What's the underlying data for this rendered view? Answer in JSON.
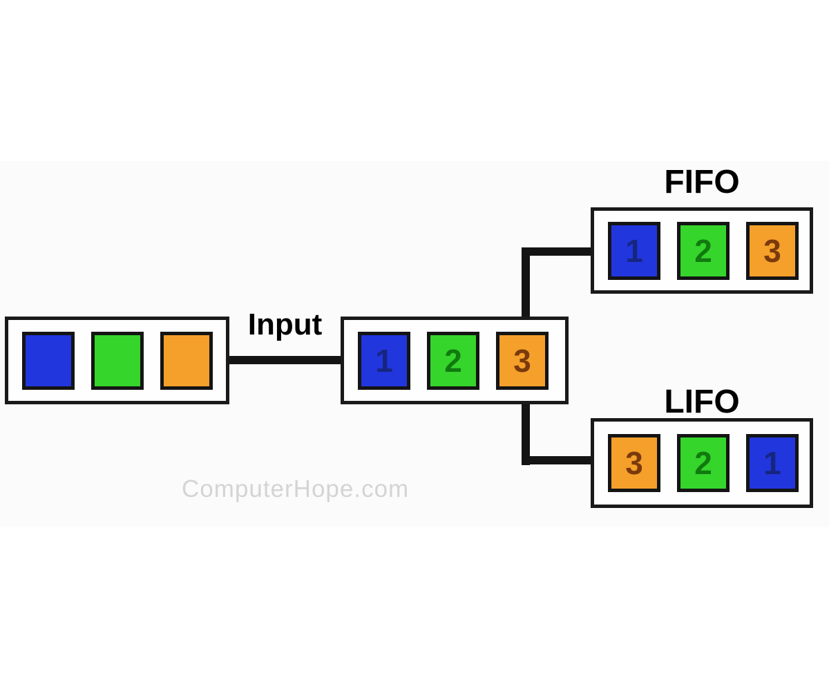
{
  "diagram": {
    "labels": {
      "input": "Input",
      "fifo": "FIFO",
      "lifo": "LIFO"
    },
    "watermark_text": "ComputerHope.com",
    "boxes": {
      "source": {
        "squares": [
          {
            "color_name": "blue",
            "label": ""
          },
          {
            "color_name": "green",
            "label": ""
          },
          {
            "color_name": "orange",
            "label": ""
          }
        ]
      },
      "input": {
        "squares": [
          {
            "color_name": "blue",
            "label": "1"
          },
          {
            "color_name": "green",
            "label": "2"
          },
          {
            "color_name": "orange",
            "label": "3"
          }
        ]
      },
      "fifo": {
        "squares": [
          {
            "color_name": "blue",
            "label": "1"
          },
          {
            "color_name": "green",
            "label": "2"
          },
          {
            "color_name": "orange",
            "label": "3"
          }
        ]
      },
      "lifo": {
        "squares": [
          {
            "color_name": "orange",
            "label": "3"
          },
          {
            "color_name": "green",
            "label": "2"
          },
          {
            "color_name": "blue",
            "label": "1"
          }
        ]
      }
    }
  },
  "colors": {
    "blue": "#2236dd",
    "green": "#35d52c",
    "orange": "#f5a02b",
    "number_on_blue": "#16267f",
    "number_on_green": "#117a0f",
    "number_on_orange": "#7a3a0c",
    "line": "#141414",
    "strip_background": "#fbfbfb",
    "watermark": "#d4d4d4"
  }
}
